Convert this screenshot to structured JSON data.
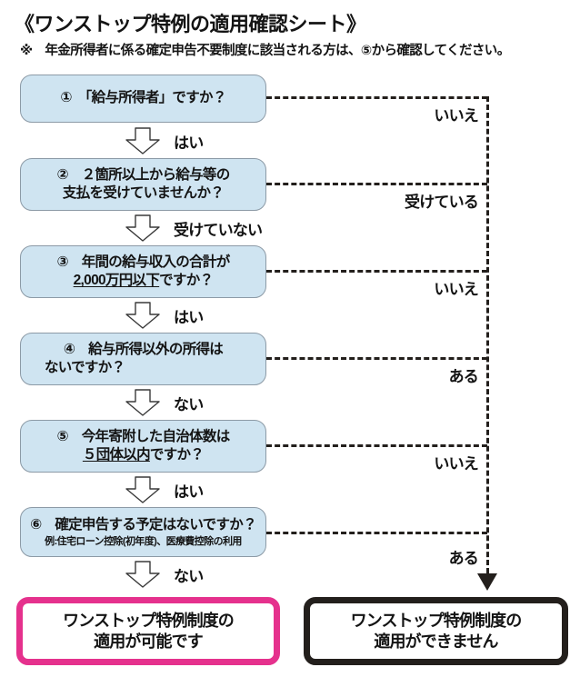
{
  "header": {
    "title": "《ワンストップ特例の適用確認シート》",
    "note": "※　年金所得者に係る確定申告不要制度に該当される方は、⑤から確認してください。"
  },
  "questions": [
    {
      "id": "q1",
      "line1": "①　「給与所得者」ですか？",
      "line2": "",
      "yes_label": "はい",
      "no_label": "いいえ"
    },
    {
      "id": "q2",
      "line1": "②　２箇所以上から給与等の",
      "line2": "支払を受けていませんか？",
      "yes_label": "受けていない",
      "no_label": "受けている"
    },
    {
      "id": "q3",
      "line1": "③　年間の給与収入の合計が",
      "line2_underline": "2,000万円以下",
      "line2_rest": "ですか？",
      "yes_label": "はい",
      "no_label": "いいえ"
    },
    {
      "id": "q4",
      "line1": "④　給与所得以外の所得は",
      "line2": "ないですか？",
      "yes_label": "ない",
      "no_label": "ある"
    },
    {
      "id": "q5",
      "line1": "⑤　今年寄附した自治体数は",
      "line2_underline": "５団体以内",
      "line2_rest": "ですか？",
      "yes_label": "はい",
      "no_label": "いいえ"
    },
    {
      "id": "q6",
      "line1": "⑥　確定申告する予定はないですか？",
      "line2": "例:住宅ローン控除(初年度)、医療費控除の利用",
      "yes_label": "ない",
      "no_label": "ある"
    }
  ],
  "results": {
    "eligible": {
      "line1": "ワンストップ特例制度の",
      "line2": "適用が可能です",
      "border_color": "#e5318d"
    },
    "not_eligible": {
      "line1": "ワンストップ特例制度の",
      "line2": "適用ができません",
      "border_color": "#231f1c"
    }
  },
  "style": {
    "box_fill": "#cfe4f1",
    "box_border": "#8c9aa6",
    "line_color": "#231f1c"
  }
}
